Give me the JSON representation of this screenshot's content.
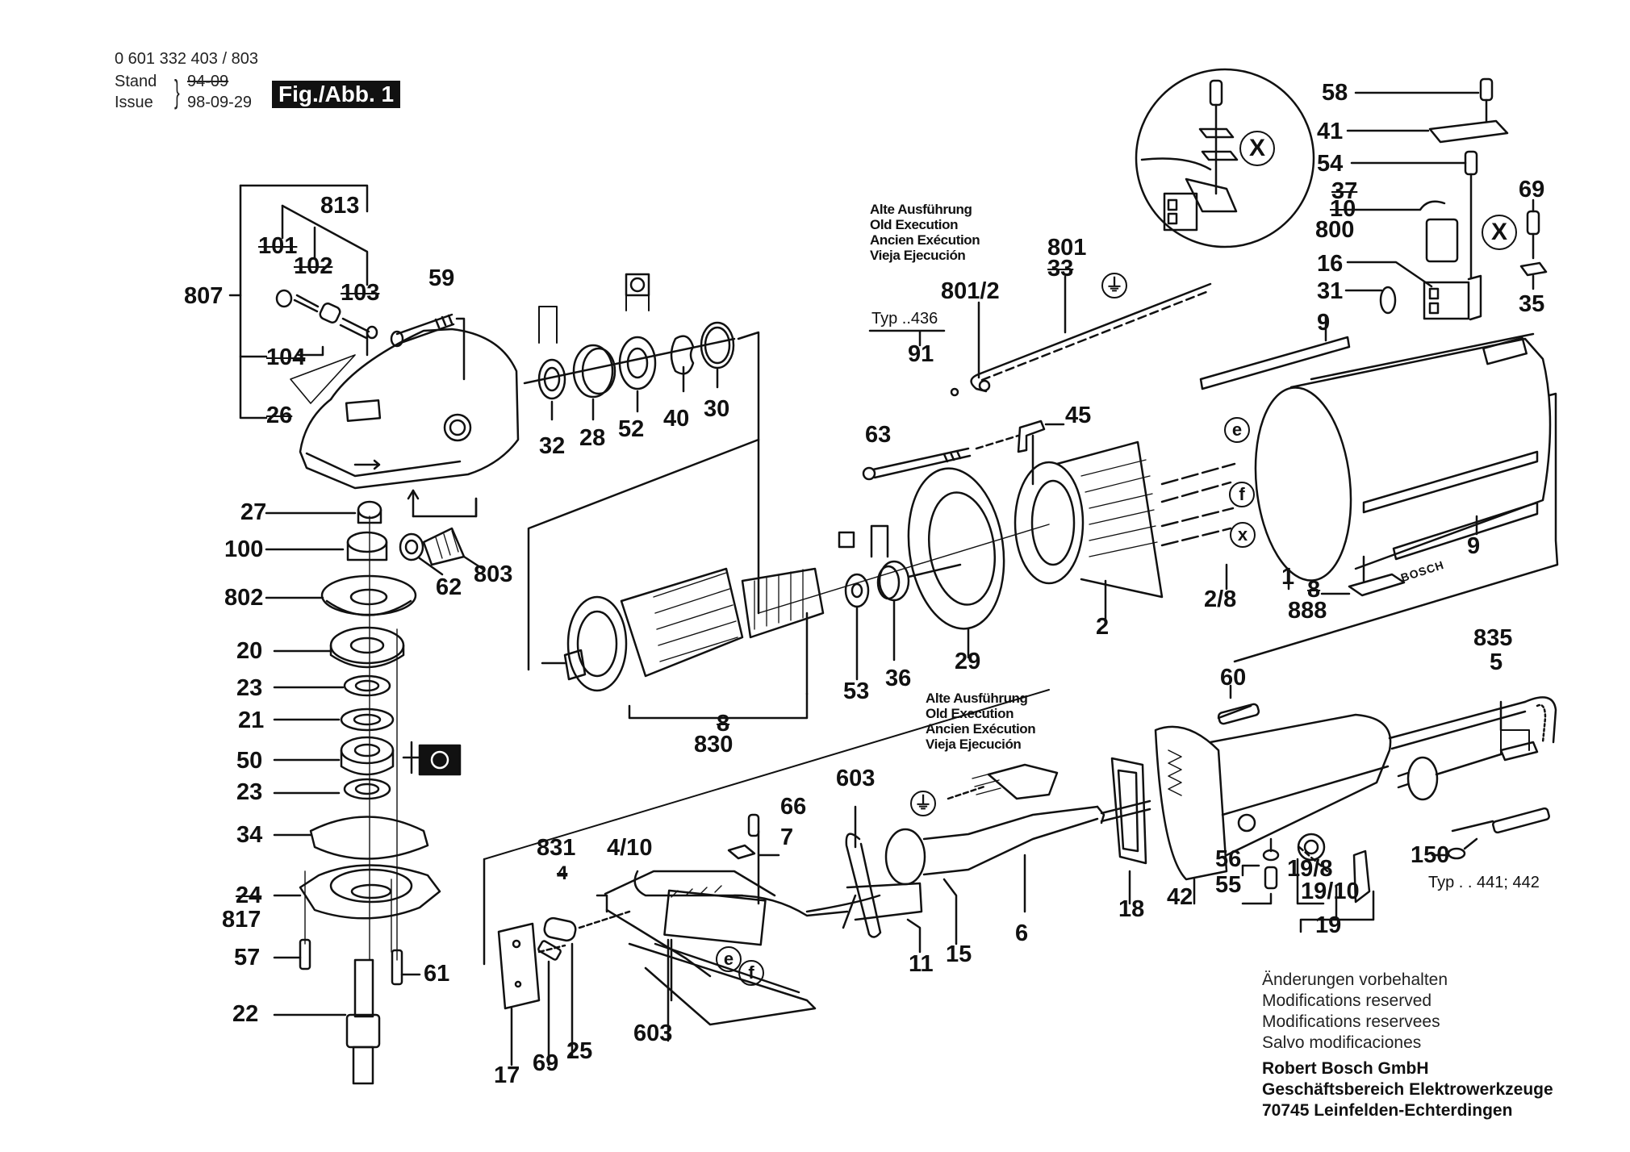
{
  "header": {
    "part_number": "0 601 332 403 / 803",
    "stand_label": "Stand",
    "issue_label": "Issue",
    "stand_date_struck": "94-09",
    "issue_date": "98-09-29",
    "figure_label": "Fig./Abb. 1"
  },
  "notes": {
    "old_execution": [
      "Alte Ausführung",
      "Old Execution",
      "Ancien Exécution",
      "Vieja Ejecución"
    ],
    "typ_436": "Typ ..436",
    "typ_441_442": "Typ . . 441; 442"
  },
  "symbols": {
    "earth": "earth-ground-symbol",
    "e": "e",
    "f": "f",
    "x": "x",
    "X": "X"
  },
  "labels": {
    "813": "813",
    "101": "101",
    "102": "102",
    "103": "103",
    "807": "807",
    "104": "104",
    "26": "26",
    "59": "59",
    "32": "32",
    "28": "28",
    "52": "52",
    "40": "40",
    "30": "30",
    "27": "27",
    "100": "100",
    "802": "802",
    "62": "62",
    "803": "803",
    "20": "20",
    "23a": "23",
    "21": "21",
    "50": "50",
    "23b": "23",
    "34": "34",
    "24": "24",
    "817": "817",
    "57": "57",
    "61": "61",
    "22": "22",
    "801": "801",
    "33": "33",
    "801_2": "801/2",
    "91": "91",
    "58": "58",
    "41": "41",
    "54": "54",
    "37": "37",
    "10": "10",
    "800": "800",
    "16": "16",
    "31": "31",
    "69a": "69",
    "35": "35",
    "9a": "9",
    "9b": "9",
    "1": "1",
    "8": "8",
    "888": "888",
    "2_8": "2/8",
    "63": "63",
    "45": "45",
    "2": "2",
    "29": "29",
    "53": "53",
    "36": "36",
    "8b": "8",
    "830": "830",
    "603a": "603",
    "66": "66",
    "7": "7",
    "831": "831",
    "4": "4",
    "4_10": "4/10",
    "17": "17",
    "69b": "69",
    "25": "25",
    "603b": "603",
    "11": "11",
    "15": "15",
    "6": "6",
    "18": "18",
    "42": "42",
    "60": "60",
    "835": "835",
    "5": "5",
    "56": "56",
    "55": "55",
    "19_8": "19/8",
    "19_10": "19/10",
    "19": "19",
    "150": "150"
  },
  "footer": {
    "disclaimer": [
      "Änderungen vorbehalten",
      "Modifications reserved",
      "Modifications reservees",
      "Salvo modificaciones"
    ],
    "company": [
      "Robert Bosch GmbH",
      "Geschäftsbereich Elektrowerkzeuge",
      "70745 Leinfelden-Echterdingen"
    ]
  },
  "branding": {
    "housing_text": "BOSCH"
  }
}
